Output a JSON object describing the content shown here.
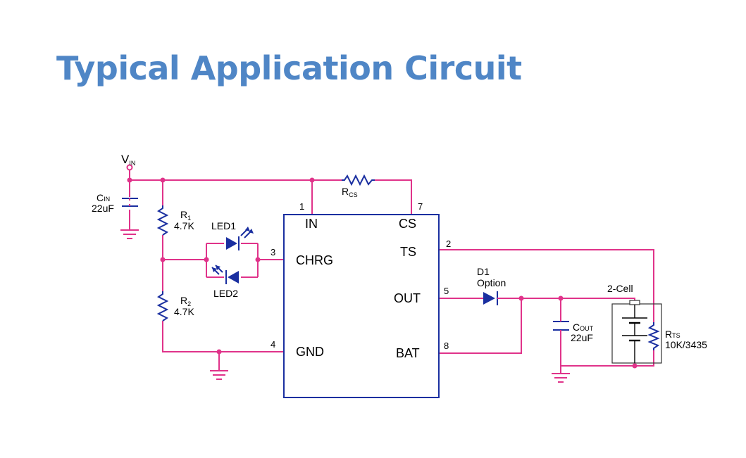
{
  "title": "Typical Application Circuit",
  "colors": {
    "title": "#4f86c6",
    "wire": "#e0338a",
    "component": "#1a2fa0"
  },
  "source": {
    "label": "V",
    "sub": "IN"
  },
  "cin": {
    "label": "C",
    "sub": "IN",
    "value": "22uF"
  },
  "r1": {
    "label": "R",
    "sub": "1",
    "value": "4.7K"
  },
  "r2": {
    "label": "R",
    "sub": "2",
    "value": "4.7K"
  },
  "rcs": {
    "label": "R",
    "sub": "CS"
  },
  "led1": {
    "label": "LED1"
  },
  "led2": {
    "label": "LED2"
  },
  "ic": {
    "pins": [
      {
        "num": "1",
        "name": "IN"
      },
      {
        "num": "7",
        "name": "CS"
      },
      {
        "num": "3",
        "name": "CHRG"
      },
      {
        "num": "2",
        "name": "TS"
      },
      {
        "num": "5",
        "name": "OUT"
      },
      {
        "num": "4",
        "name": "GND"
      },
      {
        "num": "8",
        "name": "BAT"
      }
    ]
  },
  "d1": {
    "label": "D1",
    "note": "Option"
  },
  "cout": {
    "label": "C",
    "sub": "OUT",
    "value": "22uF"
  },
  "battery": {
    "label": "2-Cell"
  },
  "rts": {
    "label": "R",
    "sub": "TS",
    "value": "10K/3435"
  }
}
